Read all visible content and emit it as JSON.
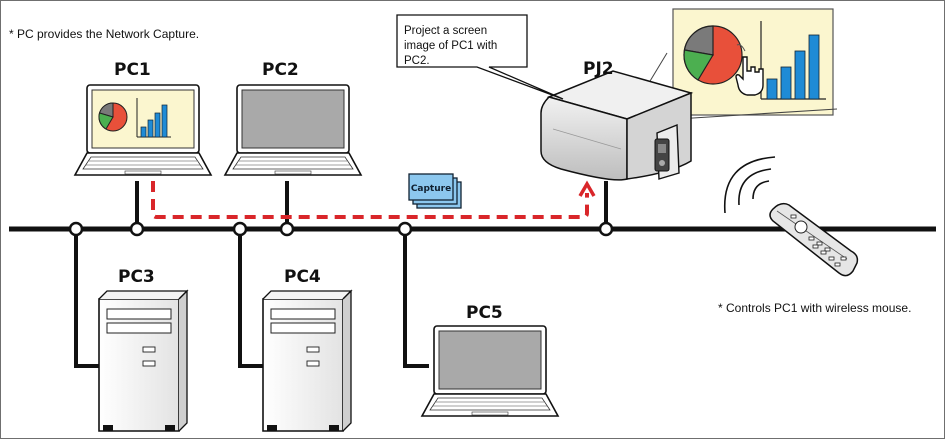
{
  "notes": {
    "top_left": "* PC provides the Network Capture.",
    "bottom_right": "* Controls PC1 with wireless mouse."
  },
  "callout": {
    "line1": "Project a screen",
    "line2": "image of PC1 with",
    "line3": "PC2."
  },
  "labels": {
    "pc1": "PC1",
    "pc2": "PC2",
    "pc3": "PC3",
    "pc4": "PC4",
    "pc5": "PC5",
    "pj2": "PJ2"
  },
  "capture": {
    "label": "Capture"
  },
  "colors": {
    "network_line": "#111111",
    "capture_path": "#d9262a",
    "screen_bg": "#fbf6cf",
    "pie_red": "#e8503a",
    "pie_green": "#4caf50",
    "pie_gray": "#7a7a7a",
    "bar_blue": "#1f8bd6",
    "device_gray": "#d8d8d8"
  }
}
